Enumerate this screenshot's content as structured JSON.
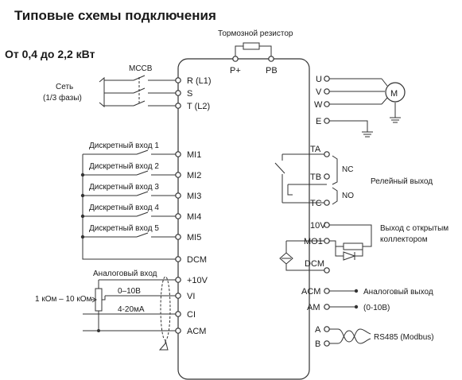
{
  "title": "Типовые схемы подключения",
  "subtitle": "От 0,4 до 2,2 кВт",
  "labels": {
    "brake_resistor": "Тормозной резистор",
    "mccb": "MCCB",
    "mains_1": "Сеть",
    "mains_2": "(1/3 фазы)",
    "din1": "Дискретный вход 1",
    "din2": "Дискретный вход 2",
    "din3": "Дискретный вход 3",
    "din4": "Дискретный вход 4",
    "din5": "Дискретный вход 5",
    "analog_in": "Аналоговый вход",
    "v_range": "0–10В",
    "i_range": "4-20мА",
    "pot": "1 кОм – 10 кОм",
    "nc": "NC",
    "no": "NO",
    "relay_out": "Релейный выход",
    "oc_out_1": "Выход с открытым",
    "oc_out_2": "коллектором",
    "analog_out": "Аналоговый выход",
    "analog_out_range": "(0-10В)",
    "rs485": "RS485 (Modbus)",
    "motor": "M"
  },
  "terminals": {
    "p_plus": "P+",
    "pb": "PB",
    "r": "R (L1)",
    "s": "S",
    "t": "T (L2)",
    "mi1": "MI1",
    "mi2": "MI2",
    "mi3": "MI3",
    "mi4": "MI4",
    "mi5": "MI5",
    "dcm": "DCM",
    "p10v": "+10V",
    "vi": "VI",
    "ci": "CI",
    "acm": "ACM",
    "u": "U",
    "v": "V",
    "w": "W",
    "e": "E",
    "ta": "TA",
    "tb": "TB",
    "tc": "TC",
    "v10": "10V",
    "mo1": "MO1",
    "dcm2": "DCM",
    "acm2": "ACM",
    "am": "AM",
    "a": "A",
    "b": "B"
  }
}
